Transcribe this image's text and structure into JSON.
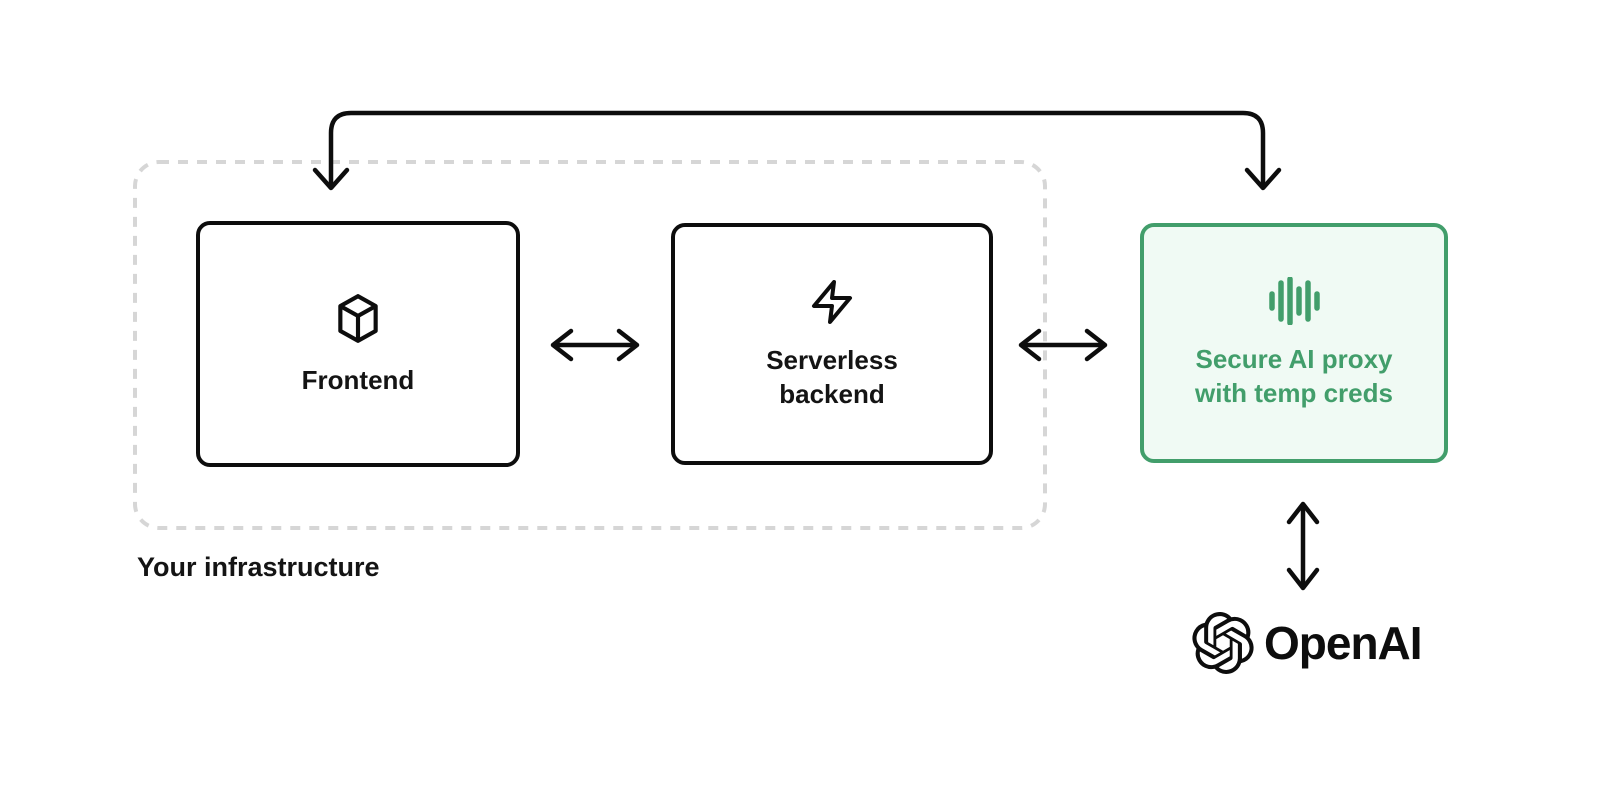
{
  "colors": {
    "ink": "#0d0d0d",
    "accent_green": "#429e6b",
    "green_fill": "#f0faf4",
    "dashed_boundary": "#d6d6d6",
    "background": "#ffffff"
  },
  "infrastructure": {
    "label": "Your infrastructure",
    "boundary_style": "dashed-rounded-rect",
    "boxes": [
      {
        "id": "frontend",
        "label": "Frontend",
        "icon": "cube-icon"
      },
      {
        "id": "serverless-backend",
        "label": "Serverless backend",
        "icon": "lightning-icon"
      }
    ]
  },
  "proxy": {
    "label": "Secure AI proxy with temp creds",
    "icon": "waveform-icon",
    "border_color": "#429e6b",
    "fill_color": "#f0faf4",
    "text_color": "#429e6b"
  },
  "openai": {
    "label": "OpenAI",
    "icon": "openai-mark-icon"
  },
  "connectors": [
    {
      "id": "frontend-proxy-elbow",
      "from": "frontend",
      "to": "secure-ai-proxy",
      "shape": "elbow-over-top",
      "arrowheads": [
        "down-into-frontend",
        "down-into-proxy"
      ]
    },
    {
      "id": "frontend-backend",
      "between": [
        "frontend",
        "serverless-backend"
      ],
      "shape": "horizontal",
      "arrowheads": [
        "left",
        "right"
      ]
    },
    {
      "id": "backend-proxy",
      "between": [
        "serverless-backend",
        "secure-ai-proxy"
      ],
      "shape": "horizontal",
      "arrowheads": [
        "left",
        "right"
      ]
    },
    {
      "id": "proxy-openai",
      "between": [
        "secure-ai-proxy",
        "openai"
      ],
      "shape": "vertical",
      "arrowheads": [
        "up",
        "down"
      ]
    }
  ]
}
